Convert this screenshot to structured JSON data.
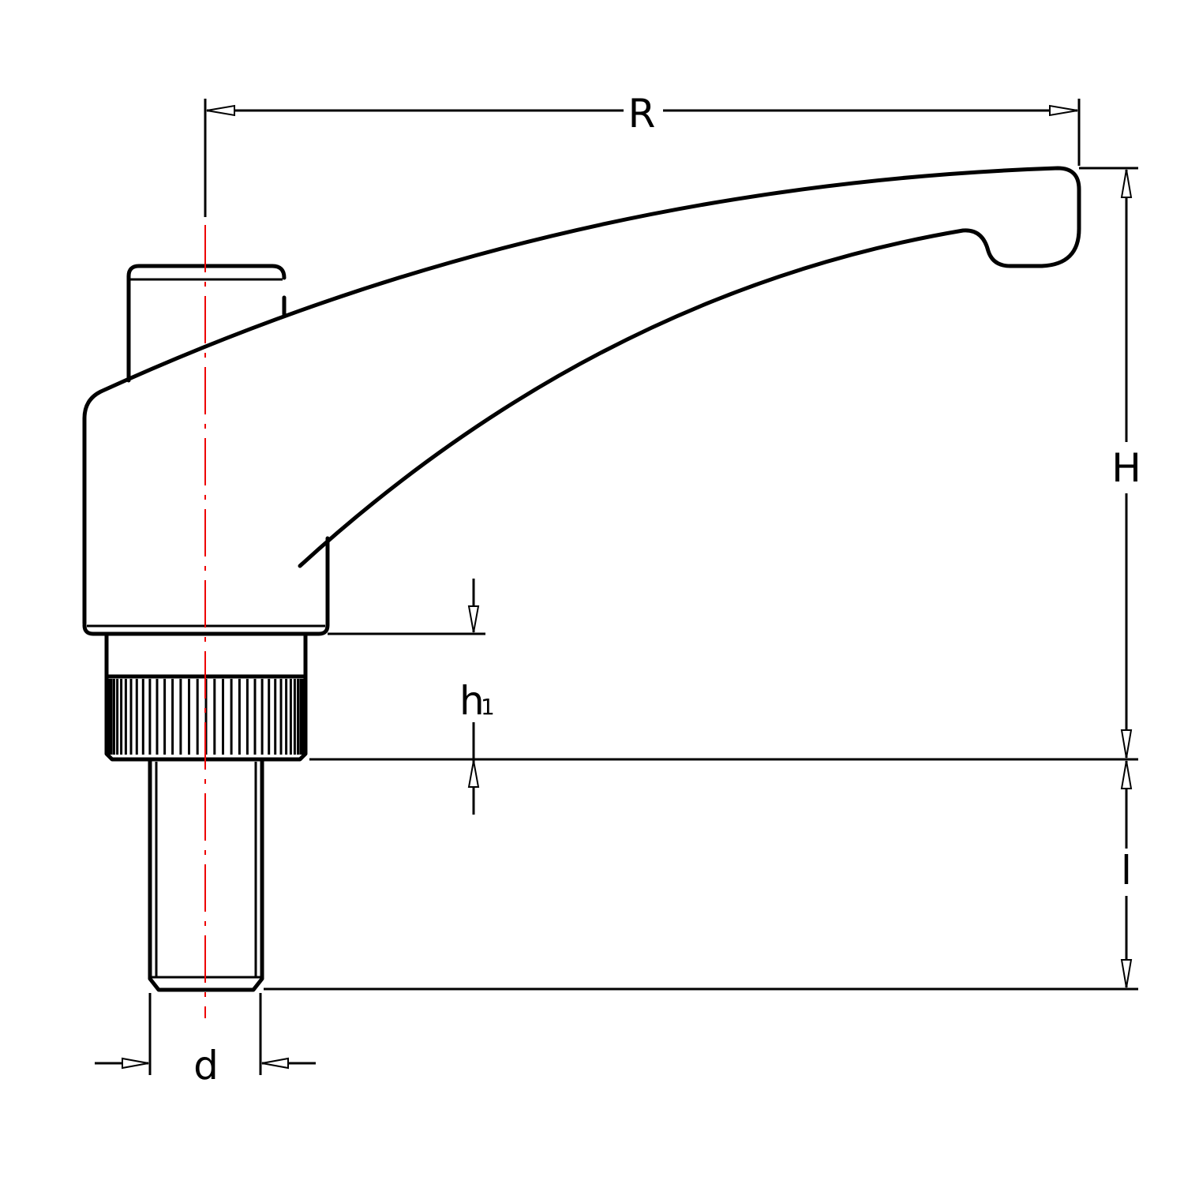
{
  "drawing": {
    "labels": {
      "R": "R",
      "H": "H",
      "h1_main": "h",
      "h1_sub": "1",
      "l": "l",
      "d": "d"
    },
    "colors": {
      "outline": "#000000",
      "centerline": "#ee0000"
    }
  }
}
